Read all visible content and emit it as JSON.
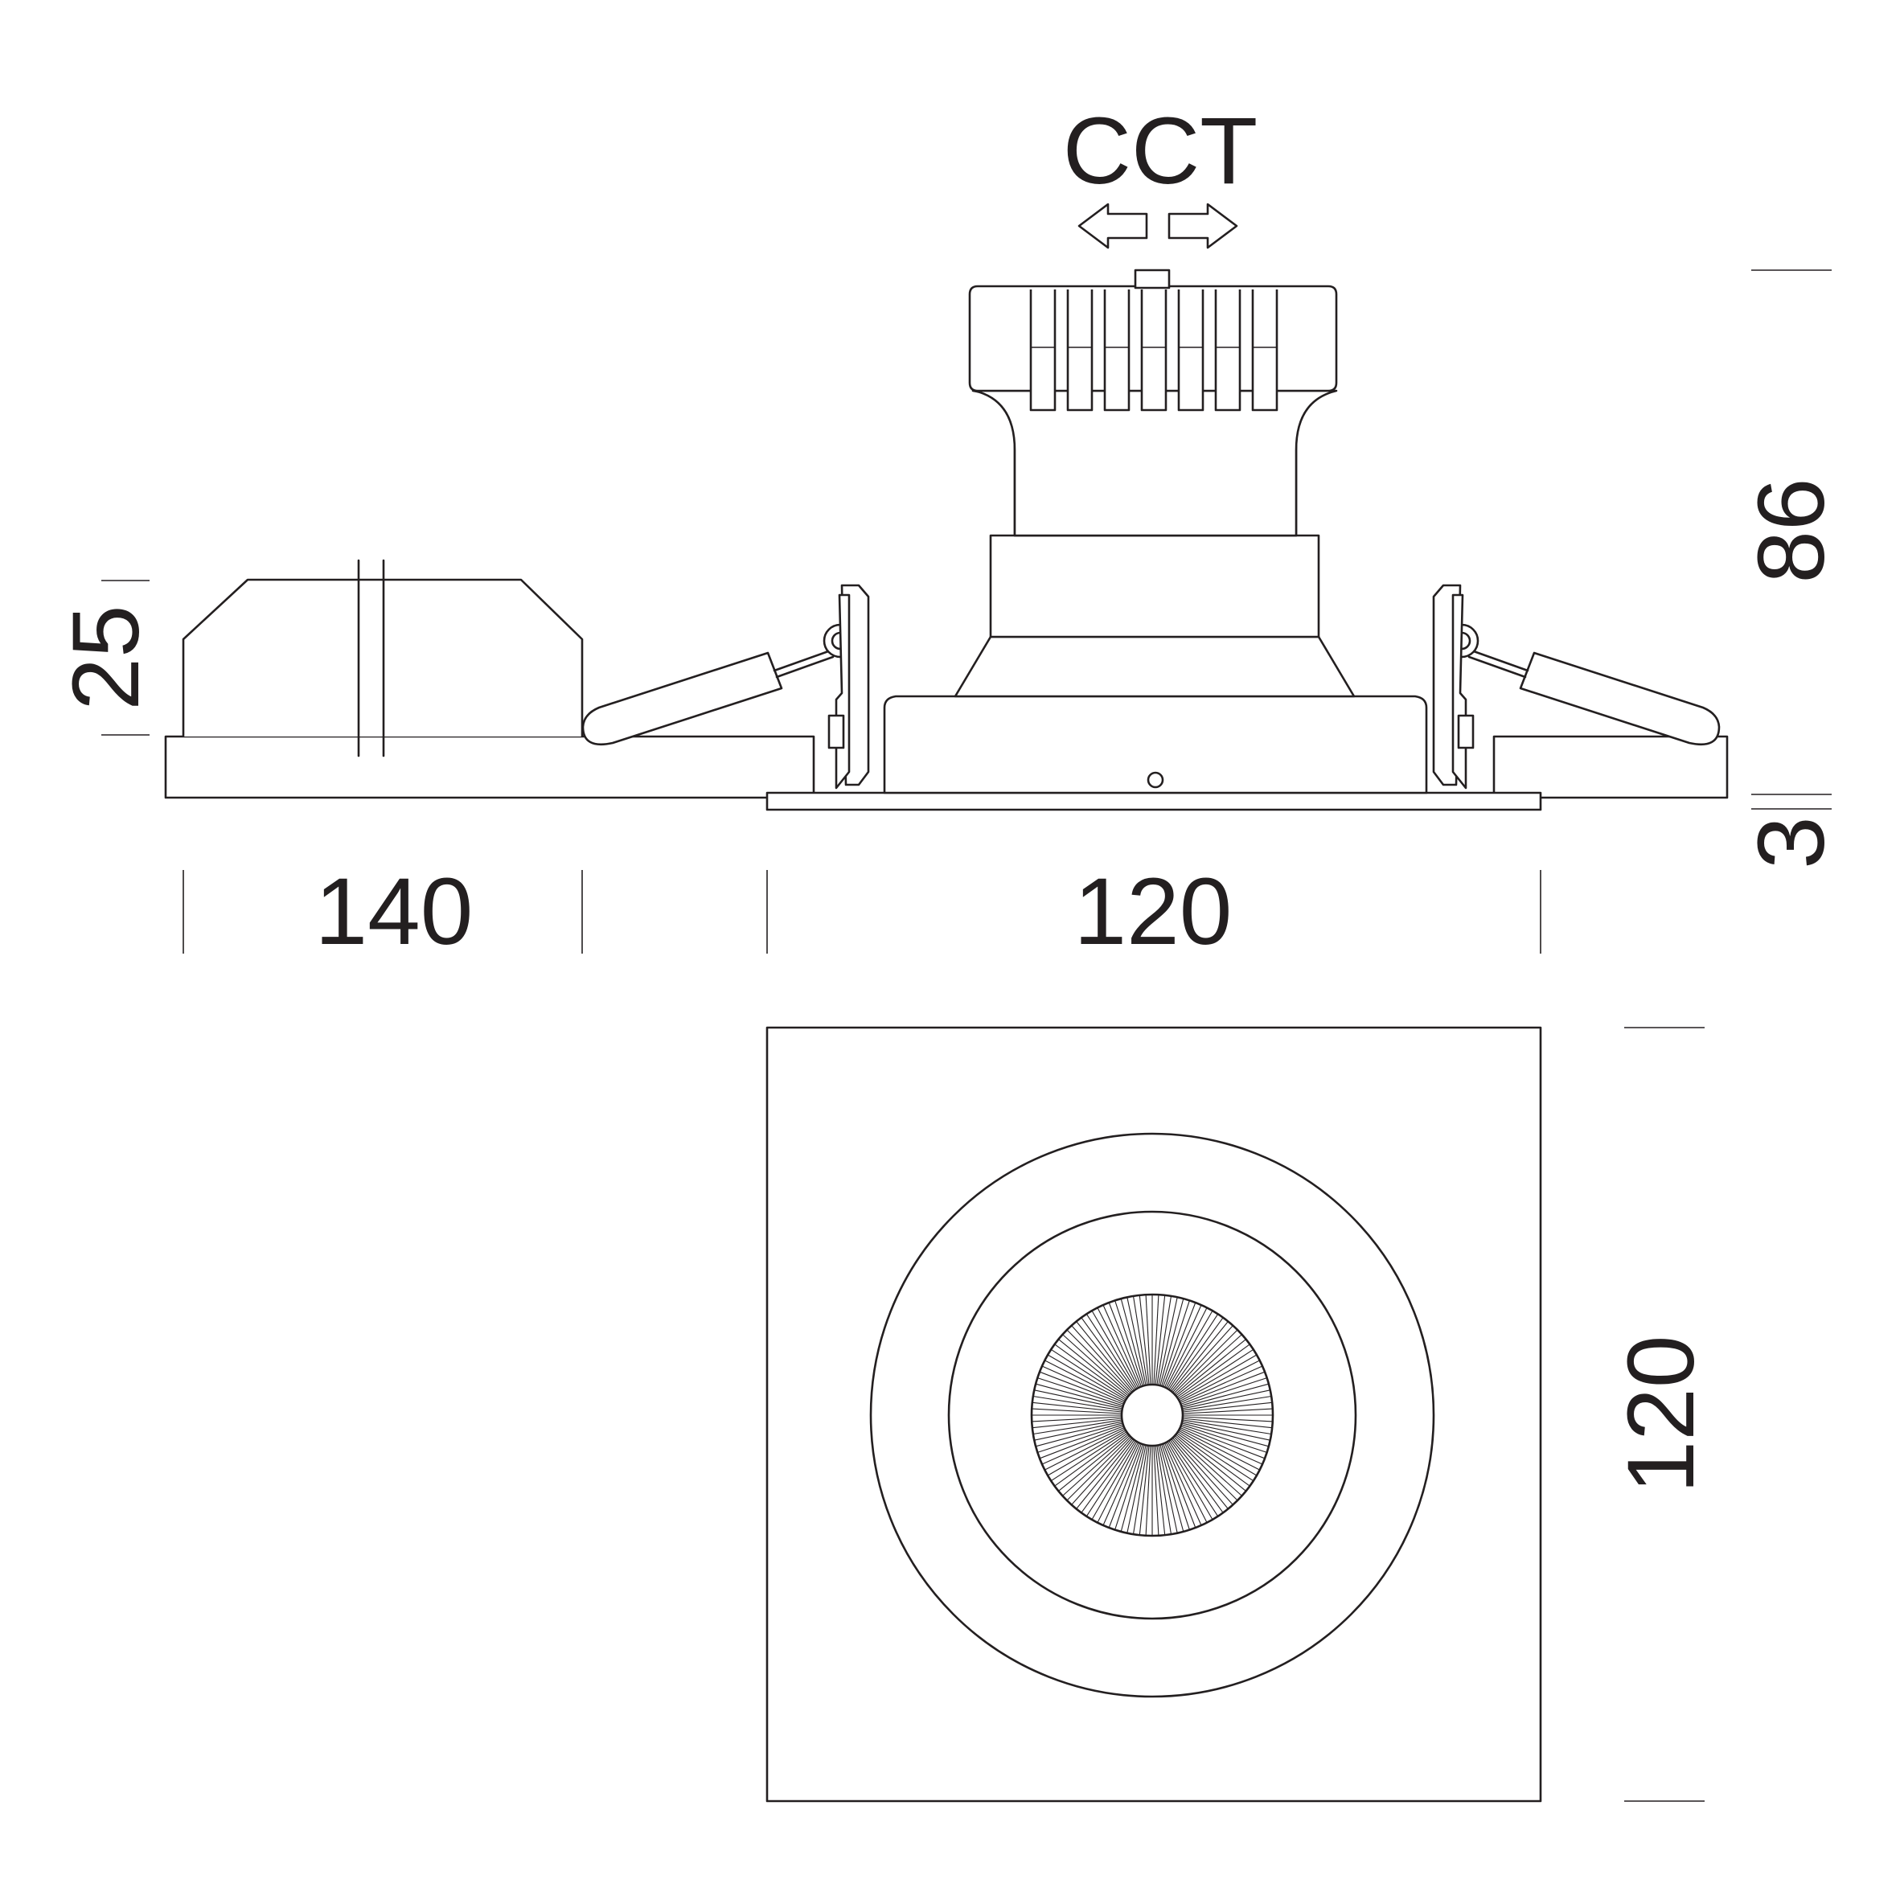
{
  "drawing": {
    "cct_label": "CCT",
    "dimensions": {
      "driver_height": "25",
      "driver_width": "140",
      "trim_width": "120",
      "fixture_height": "86",
      "trim_thickness": "3",
      "plan_height": "120"
    }
  },
  "colors": {
    "line": "#231f20",
    "background": "#ffffff"
  },
  "icons": {
    "cct_adjust": "double-arrow-icon",
    "hatch": "ceiling-section-hatch"
  }
}
